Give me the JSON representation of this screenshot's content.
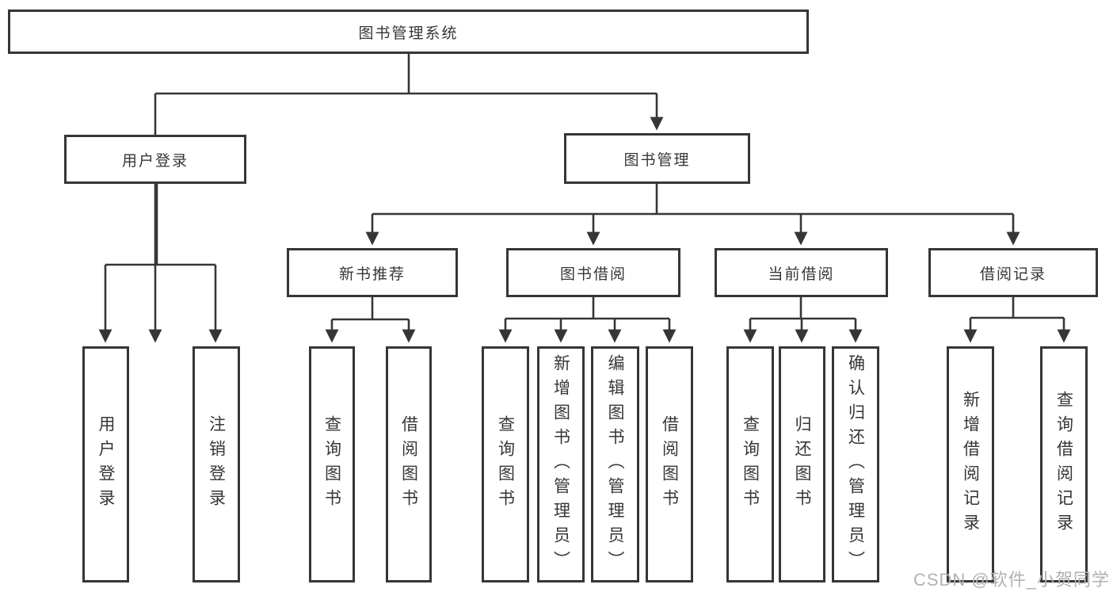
{
  "tree": {
    "label": "图书管理系统",
    "children": [
      {
        "label": "用户登录",
        "children": [
          {
            "label": "用户登录"
          },
          {
            "label": "注销登录"
          }
        ]
      },
      {
        "label": "图书管理",
        "children": [
          {
            "label": "新书推荐",
            "children": [
              {
                "label": "查询图书"
              },
              {
                "label": "借阅图书"
              }
            ]
          },
          {
            "label": "图书借阅",
            "children": [
              {
                "label": "查询图书"
              },
              {
                "label": "新增图书（管理员）"
              },
              {
                "label": "编辑图书（管理员）"
              },
              {
                "label": "借阅图书"
              }
            ]
          },
          {
            "label": "当前借阅",
            "children": [
              {
                "label": "查询图书"
              },
              {
                "label": "归还图书"
              },
              {
                "label": "确认归还（管理员）"
              }
            ]
          },
          {
            "label": "借阅记录",
            "children": [
              {
                "label": "新增借阅记录"
              },
              {
                "label": "查询借阅记录"
              }
            ]
          }
        ]
      }
    ]
  },
  "watermark": "CSDN @软件_小贺同学",
  "colors": {
    "line": "#363636",
    "box_border": "#363636",
    "text": "#363636",
    "box_background": "#ffffff",
    "watermark": "#b5b0b0",
    "page_background": "#ffffff"
  }
}
